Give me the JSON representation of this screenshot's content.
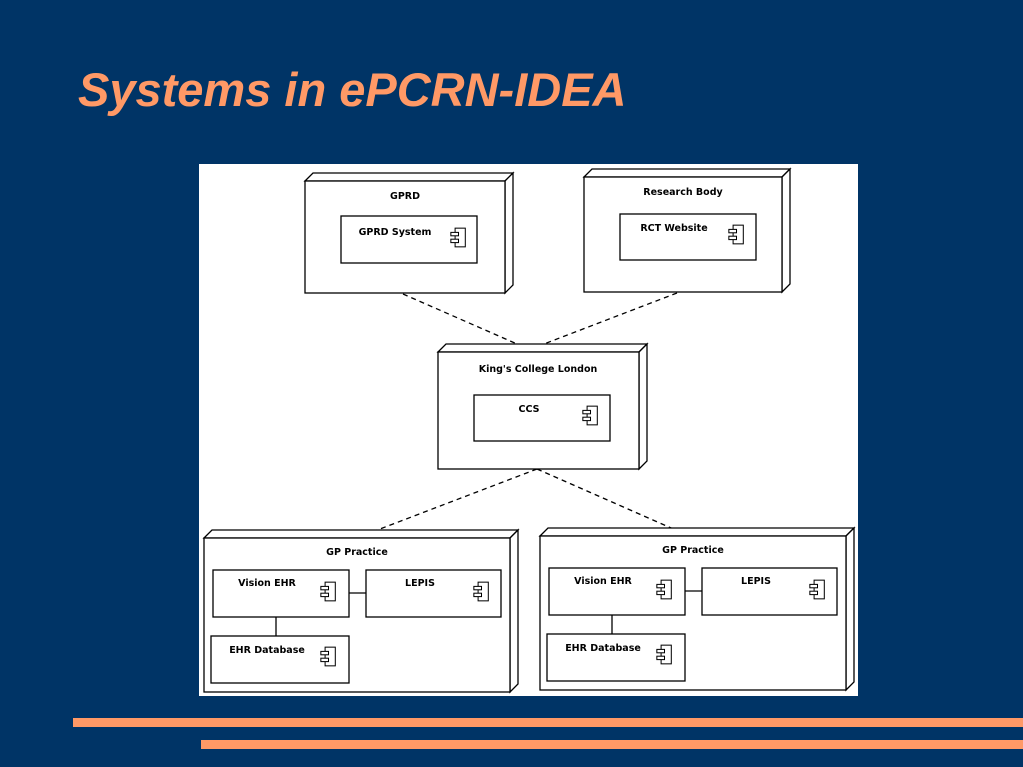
{
  "slide": {
    "title": "Systems in ePCRN-IDEA"
  },
  "colors": {
    "background": "#003466",
    "accent": "#ff9966",
    "diagram_bg": "#ffffff"
  },
  "diagram": {
    "nodes": {
      "gprd": {
        "name": "GPRD",
        "components": {
          "system": "GPRD System"
        }
      },
      "research": {
        "name": "Research Body",
        "components": {
          "website": "RCT Website"
        }
      },
      "kcl": {
        "name": "King's College London",
        "components": {
          "ccs": "CCS"
        }
      },
      "gp1": {
        "name": "GP Practice",
        "components": {
          "vision": "Vision EHR",
          "lepis": "LEPIS",
          "db": "EHR Database"
        }
      },
      "gp2": {
        "name": "GP Practice",
        "components": {
          "vision": "Vision EHR",
          "lepis": "LEPIS",
          "db": "EHR Database"
        }
      }
    }
  }
}
